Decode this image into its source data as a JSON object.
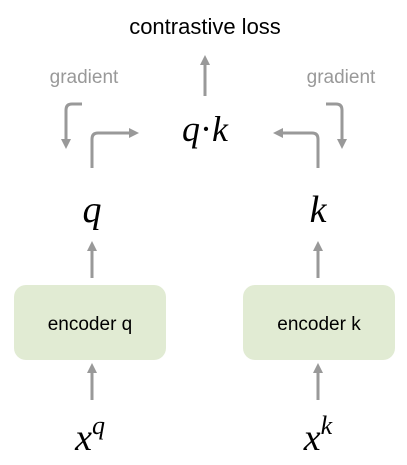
{
  "title": "contrastive loss",
  "similarity": {
    "q": "q",
    "dot": "·",
    "k": "k"
  },
  "gradient_left": "gradient",
  "gradient_right": "gradient",
  "query": {
    "symbol": "q",
    "encoder_label": "encoder q",
    "input_base": "x",
    "input_sup": "q"
  },
  "key": {
    "symbol": "k",
    "encoder_label": "encoder k",
    "input_base": "x",
    "input_sup": "k"
  },
  "colors": {
    "encoder_fill": "#e1ebd3",
    "arrow_gray": "#999999",
    "gradient_text": "#999999",
    "text_dark": "#000000"
  }
}
